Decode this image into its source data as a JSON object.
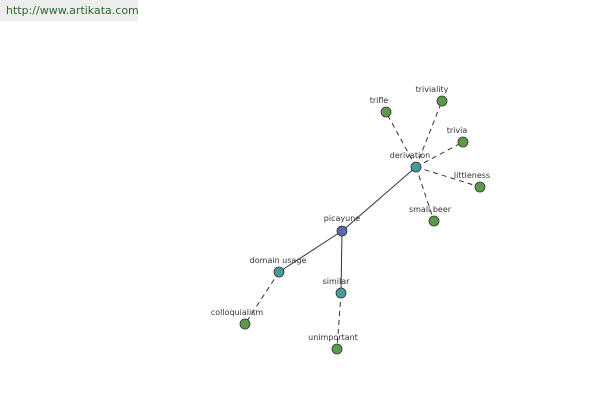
{
  "source_url": "http://www.artikata.com",
  "colors": {
    "center": "#5a6aa8",
    "relation": "#4a9a9a",
    "leaf": "#5a9a4a",
    "node_stroke": "#333333",
    "edge": "#333333"
  },
  "graph": {
    "center": {
      "id": "picayune",
      "label": "picayune"
    },
    "relations": [
      {
        "id": "derivation",
        "label": "derivation"
      },
      {
        "id": "domain_usage",
        "label": "domain usage"
      },
      {
        "id": "similar",
        "label": "similar"
      }
    ],
    "leaves": [
      {
        "id": "trifle",
        "label": "trifle",
        "relation": "derivation"
      },
      {
        "id": "triviality",
        "label": "triviality",
        "relation": "derivation"
      },
      {
        "id": "trivia",
        "label": "trivia",
        "relation": "derivation"
      },
      {
        "id": "littleness",
        "label": "littleness",
        "relation": "derivation"
      },
      {
        "id": "small_beer",
        "label": "small beer",
        "relation": "derivation"
      },
      {
        "id": "colloquialism",
        "label": "colloquialism",
        "relation": "domain_usage"
      },
      {
        "id": "unimportant",
        "label": "unimportant",
        "relation": "similar"
      }
    ]
  }
}
